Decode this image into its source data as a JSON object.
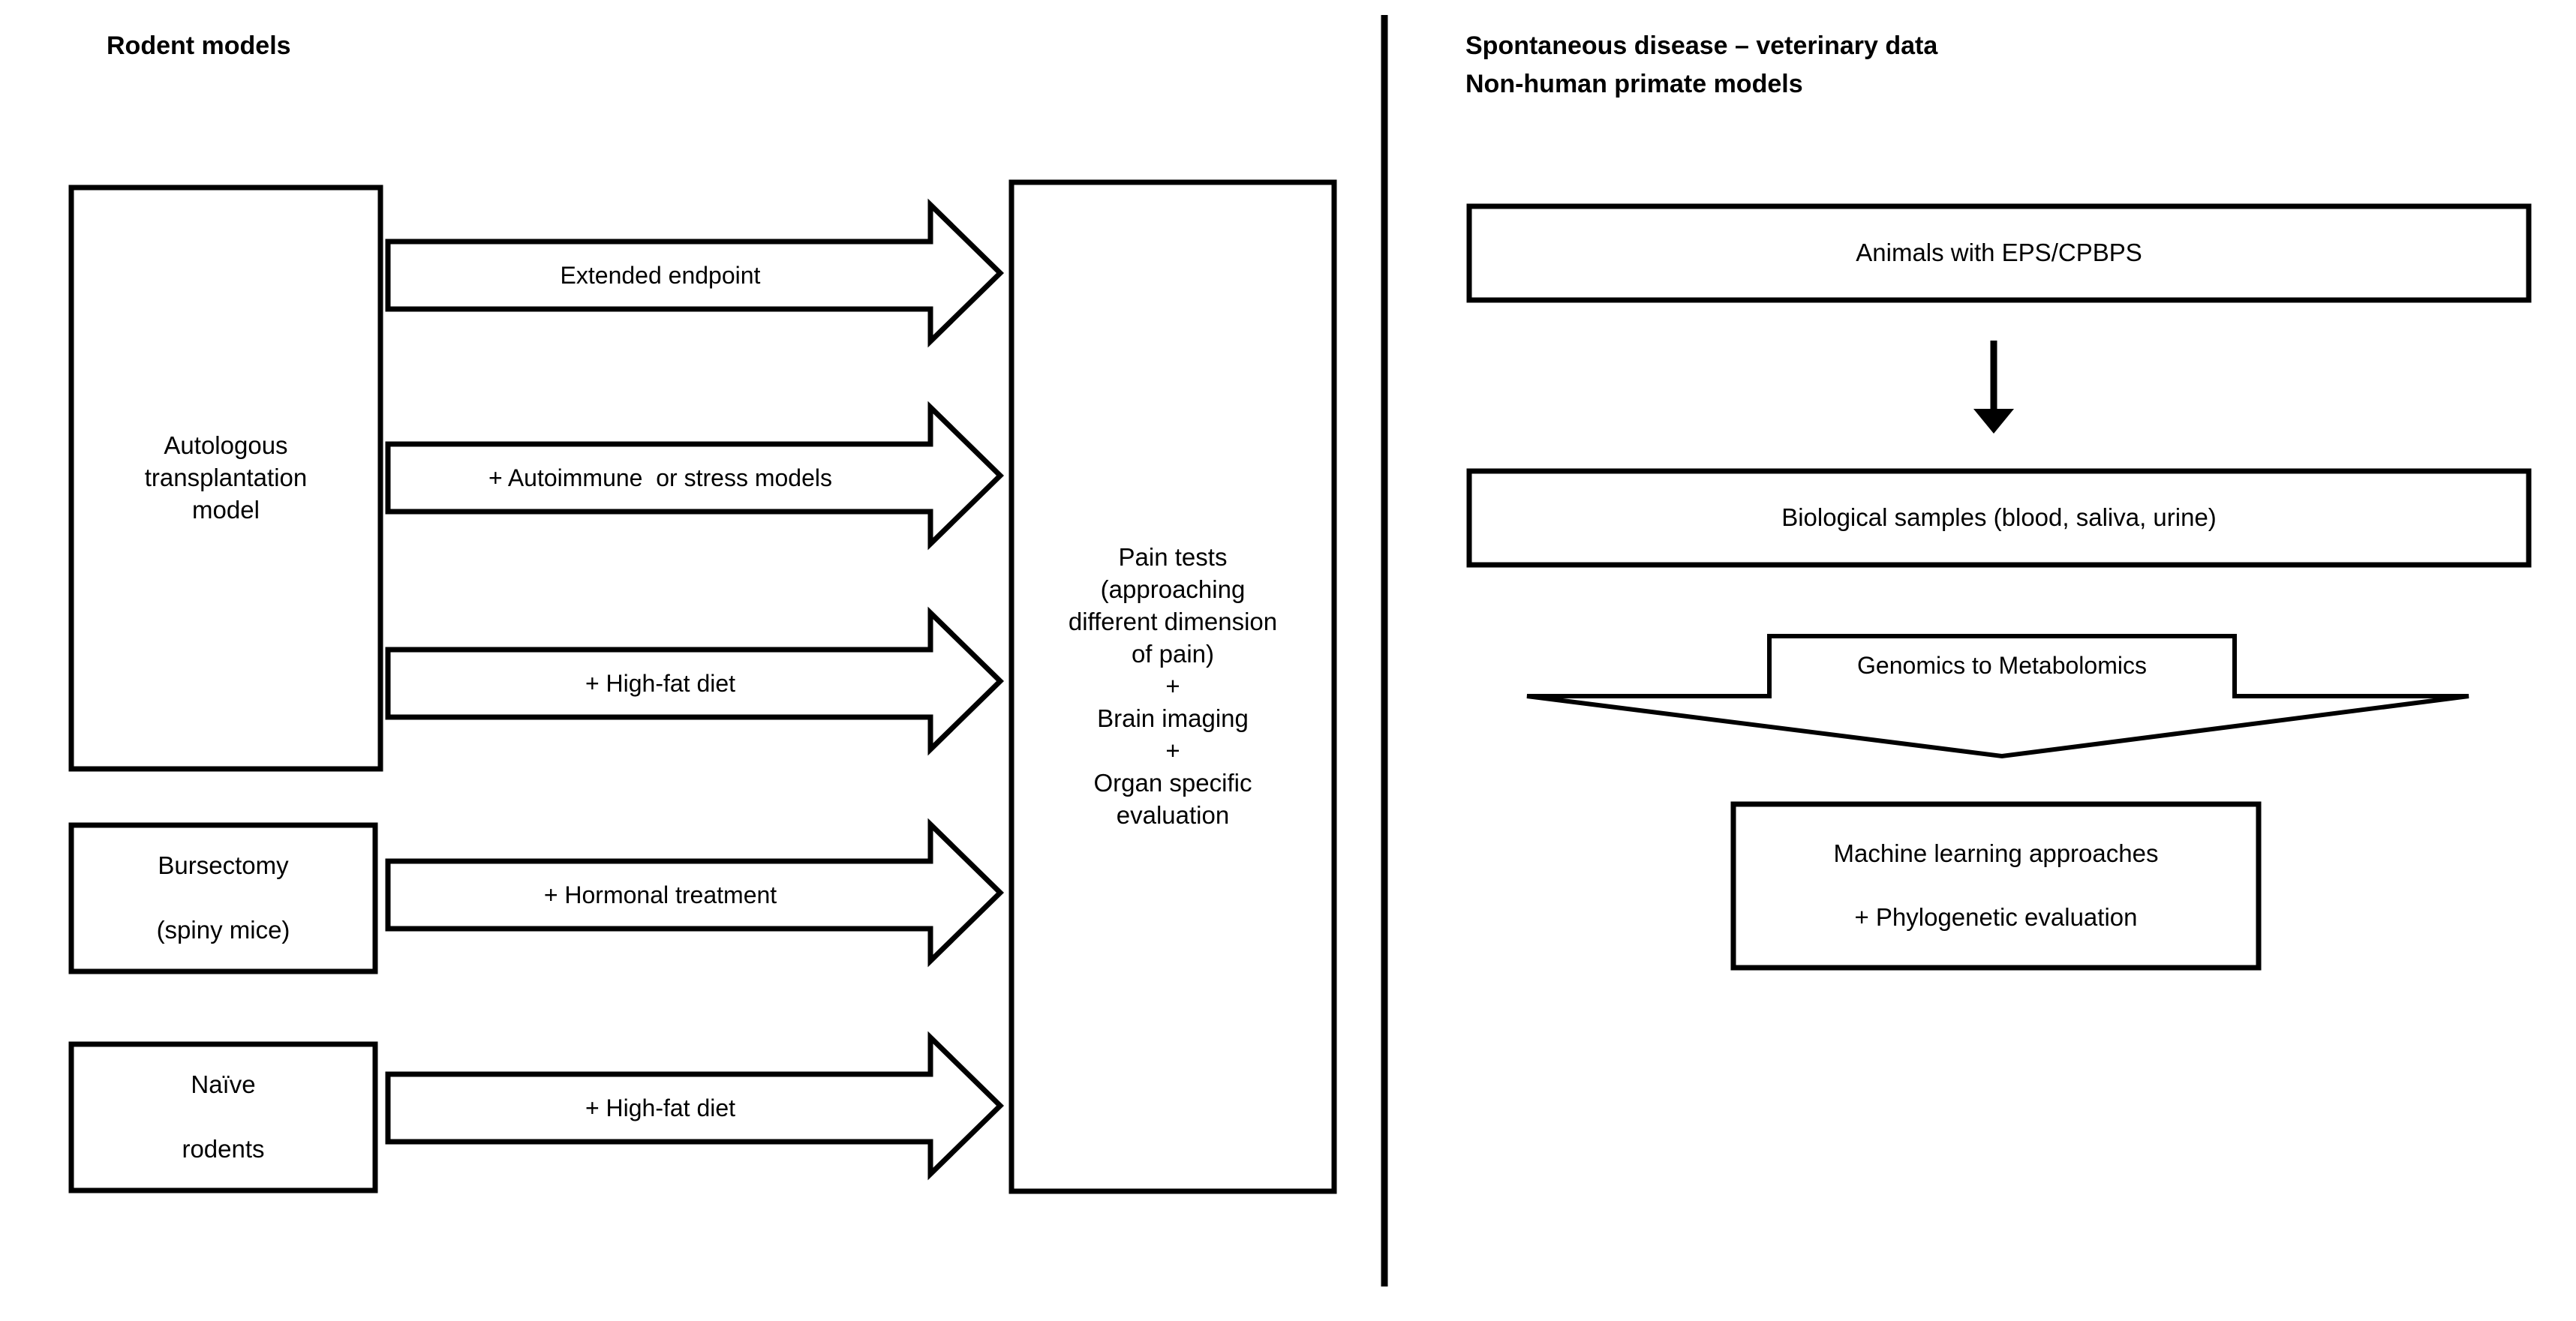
{
  "panels": {
    "left": {
      "title": "Rodent models",
      "sources": [
        {
          "id": "autologous",
          "label": "Autologous\ntransplantation\nmodel"
        },
        {
          "id": "bursectomy",
          "label": "Bursectomy\n\n(spiny mice)"
        },
        {
          "id": "naive",
          "label": "Naïve\n\nrodents"
        }
      ],
      "arrows": [
        {
          "id": "extended-endpoint",
          "label": "Extended endpoint",
          "from": "autologous",
          "to": "pain-tests"
        },
        {
          "id": "autoimmune-stress",
          "label": "+ Autoimmune  or stress models",
          "from": "autologous",
          "to": "pain-tests"
        },
        {
          "id": "high-fat-diet-1",
          "label": "+ High-fat diet",
          "from": "autologous",
          "to": "pain-tests"
        },
        {
          "id": "hormonal-treatment",
          "label": "+ Hormonal treatment",
          "from": "bursectomy",
          "to": "pain-tests"
        },
        {
          "id": "high-fat-diet-2",
          "label": "+ High-fat diet",
          "from": "naive",
          "to": "pain-tests"
        }
      ],
      "target": {
        "id": "pain-tests",
        "label": "Pain tests\n(approaching\ndifferent dimension\nof pain)\n+\nBrain imaging\n+\nOrgan specific\nevaluation"
      }
    },
    "right": {
      "title": "Spontaneous disease – veterinary data\nNon-human primate models",
      "steps": [
        {
          "id": "animals",
          "label": "Animals with EPS/CPBPS"
        },
        {
          "id": "biological-samples",
          "label": "Biological samples (blood, saliva, urine)"
        },
        {
          "id": "genomics",
          "label": "Genomics to Metabolomics"
        },
        {
          "id": "machine-learning",
          "label": "Machine learning approaches\n\n+ Phylogenetic evaluation"
        }
      ],
      "connectors": [
        {
          "id": "animals-to-samples",
          "kind": "down-arrow-icon"
        },
        {
          "id": "genomics-to-ml",
          "kind": "wide-down-arrow-icon"
        }
      ]
    }
  },
  "colors": {
    "background": "#ffffff",
    "stroke": "#000000",
    "text": "#000000"
  }
}
